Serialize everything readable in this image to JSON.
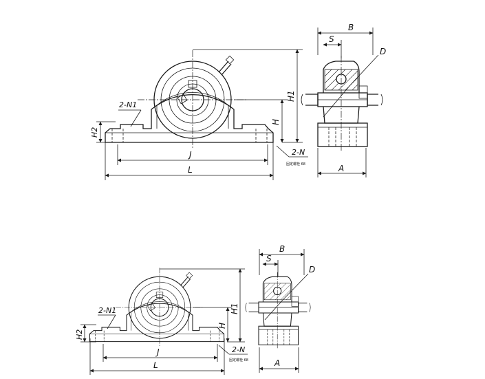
{
  "top_drawing": {
    "labels": {
      "B": "B",
      "S": "S",
      "D": "D",
      "H1": "H1",
      "H": "H",
      "H2": "H2",
      "N1": "2-N1",
      "N": "2-N",
      "J": "J",
      "L": "L",
      "A": "A",
      "note": "固定螺栓 68"
    }
  },
  "bottom_drawing": {
    "labels": {
      "B": "B",
      "S": "S",
      "D": "D",
      "H1": "H1",
      "H": "H",
      "H2": "H2",
      "N1": "2-N1",
      "N": "2-N",
      "J": "J",
      "L": "L",
      "A": "A",
      "note": "固定螺栓 68"
    }
  }
}
